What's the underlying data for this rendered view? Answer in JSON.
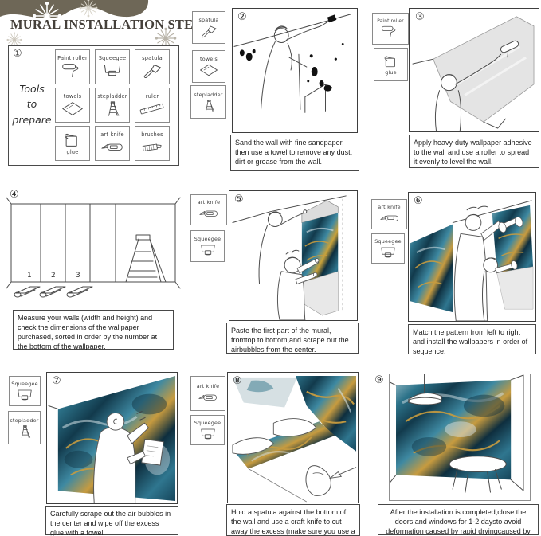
{
  "header": {
    "title": "MURAL INSTALLATION STEPS"
  },
  "colors": {
    "banner": "#6e6757",
    "mural_teal": "#2c7289",
    "mural_navy": "#123a4c",
    "mural_gold": "#c79b3f"
  },
  "step1": {
    "number": "①",
    "intro": {
      "l1": "Tools",
      "l2": "to",
      "l3": "prepare"
    },
    "tools": [
      "Paint roller",
      "Squeegee",
      "spatula",
      "towels",
      "stepladder",
      "ruler",
      "glue",
      "art knife",
      "brushes"
    ]
  },
  "step2": {
    "number": "②",
    "tools": [
      "spatula",
      "towels",
      "stepladder"
    ],
    "caption": "Sand the wall with fine sandpaper, then use a towel to remove any dust, dirt or grease from the wall."
  },
  "step3": {
    "number": "③",
    "tools": [
      "Paint roller",
      "glue"
    ],
    "caption": "Apply heavy-duty wallpaper adhesive to the wall and use a roller to spread it evenly to level the wall."
  },
  "step4": {
    "number": "④",
    "wall_numbers": [
      "1",
      "2",
      "3"
    ],
    "caption": "Measure your walls (width and height) and check the dimensions of the wallpaper purchased, sorted in order by the number at the bottom of the wallpaper."
  },
  "step5": {
    "number": "⑤",
    "tools": [
      "art knife",
      "Squeegee"
    ],
    "caption": "Paste the first part of the mural, fromtop to bottom,and scrape out the airbubbles from the center."
  },
  "step6": {
    "number": "⑥",
    "tools": [
      "art knife",
      "Squeegee"
    ],
    "caption": "Match the pattern from left to right and install the wallpapers in order of sequence."
  },
  "step7": {
    "number": "⑦",
    "tools": [
      "Squeegee",
      "stepladder"
    ],
    "caption": "Carefully scrape out the air bubbles in the center and wipe off the excess glue with a towel"
  },
  "step8": {
    "number": "⑧",
    "tools": [
      "art knife",
      "Squeegee"
    ],
    "caption": "Hold a spatula against the bottom of the wall and use a craft knife to cut away the excess (make sure you use a new blade)."
  },
  "step9": {
    "number": "⑨",
    "caption": "After the installation is completed,close the doors and windows for 1-2 daysto avoid deformation caused by rapid dryingcaused by ventilation."
  }
}
